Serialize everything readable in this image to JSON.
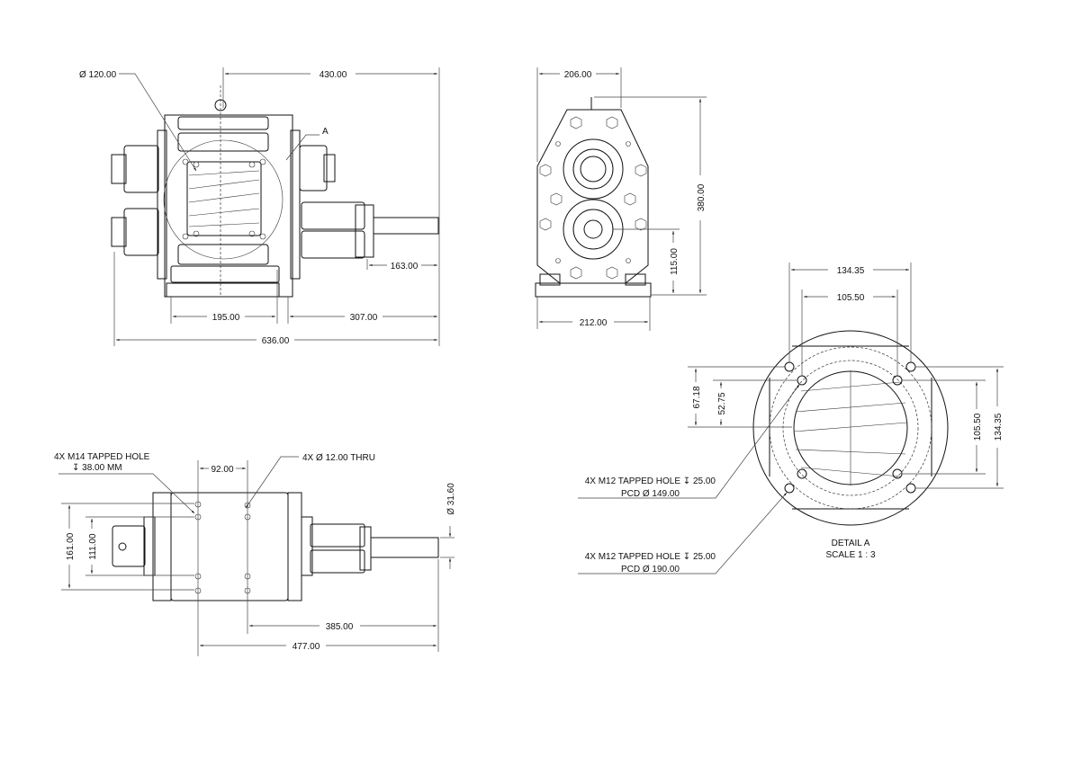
{
  "front_view": {
    "dia_120": "Ø 120.00",
    "dim_430": "430.00",
    "detail_callout": "A",
    "dim_163": "163.00",
    "dim_195": "195.00",
    "dim_307": "307.00",
    "dim_636": "636.00"
  },
  "side_view": {
    "dim_206": "206.00",
    "dim_380": "380.00",
    "dim_115": "115.00",
    "dim_212": "212.00"
  },
  "bottom_view": {
    "note_tapped_1": "4X M14 TAPPED HOLE",
    "note_tapped_2": "↧ 38.00 MM",
    "note_thru": "4X Ø 12.00 THRU",
    "dim_92": "92.00",
    "dim_161": "161.00",
    "dim_111": "111.00",
    "dia_31_6": "Ø 31.60",
    "dim_385": "385.00",
    "dim_477": "477.00"
  },
  "detail_a": {
    "dim_134_h": "134.35",
    "dim_105_h": "105.50",
    "dim_67": "67.18",
    "dim_52": "52.75",
    "dim_105_v": "105.50",
    "dim_134_v": "134.35",
    "note1_line1": "4X M12 TAPPED HOLE ↧ 25.00",
    "note1_line2": "PCD Ø 149.00",
    "note2_line1": "4X M12 TAPPED HOLE ↧ 25.00",
    "note2_line2": "PCD Ø 190.00",
    "title": "DETAIL A",
    "scale": "SCALE 1 : 3"
  }
}
